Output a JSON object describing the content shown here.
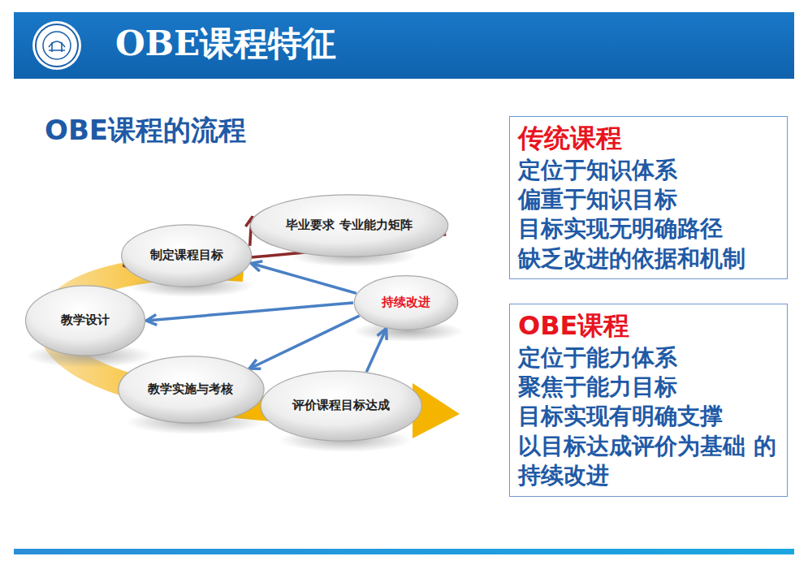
{
  "diagram": {
    "title": "OBE课程特征",
    "nodes": [
      {
        "text": [
          "制定课程目标"
        ]
      },
      {
        "text": [
          "毕业要求 专业能力矩阵"
        ]
      },
      {
        "text": [
          "持续改进"
        ]
      },
      {
        "text": [
          "教学设计"
        ]
      },
      {
        "text": [
          "教学实施与考核"
        ]
      },
      {
        "text": [
          "评价课程目标达成"
        ]
      },
      {
        "text": [
          "传统课程",
          "定位于知识体系",
          "偏重于知识目标",
          "目标实现无明确路径",
          "缺乏改进的依据和机制"
        ]
      },
      {
        "text": [
          "OBE课程",
          "定位于能力体系",
          "聚焦于能力目标",
          "目标实现有明确支撑",
          "以目标达成评价为基础 的持续改进"
        ]
      }
    ],
    "edges": [
      {
        "from": 0,
        "to": 1,
        "arrow": "to"
      },
      {
        "from": 1,
        "to": 0,
        "arrow": "to"
      },
      {
        "from": 2,
        "to": 0,
        "arrow": "to"
      },
      {
        "from": 2,
        "to": 3,
        "arrow": "to"
      },
      {
        "from": 2,
        "to": 4,
        "arrow": "to"
      },
      {
        "from": 5,
        "to": 2,
        "arrow": "to"
      }
    ],
    "labels": [
      "OBE课程的流程"
    ]
  }
}
